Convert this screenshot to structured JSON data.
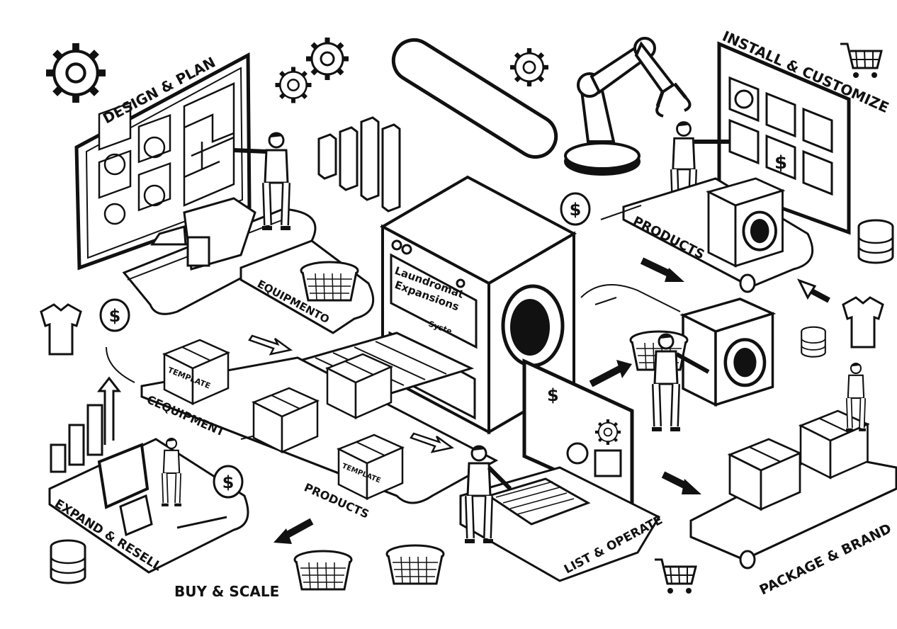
{
  "labels": {
    "design_plan": "DESIGN & PLAN",
    "install_customize": "INSTALL & CUSTOMIZE",
    "products_top": "PRODUCTS",
    "equipment_mid": "EQUIPMENTO",
    "equipment_left": "CEQUIPMENT",
    "products_bottom": "PRODUCTS",
    "expand_resell": "EXPAND & RESELL",
    "buy_scale": "BUY & SCALE",
    "list_operate": "LIST & OPERATE",
    "package_brand": "PACKAGE & BRAND"
  },
  "machine": {
    "line1": "Laundromat",
    "line2": "Expansions",
    "line3": "Syste"
  },
  "boxes": {
    "template_left": "TEMPLATE",
    "template_bottom": "TEMPLATE"
  },
  "icons": {
    "dollar": "$"
  }
}
